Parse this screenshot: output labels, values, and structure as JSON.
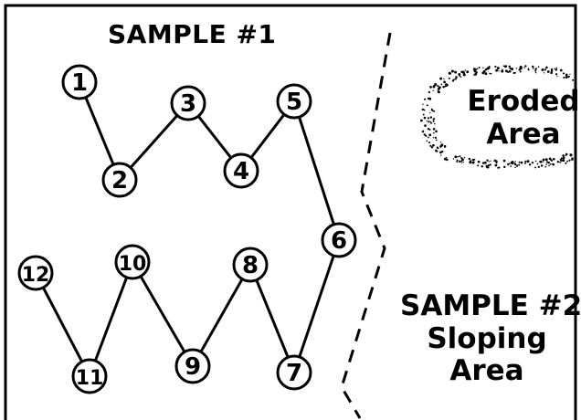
{
  "labels": {
    "sample1_title": "SAMPLE #1",
    "eroded_line1": "Eroded",
    "eroded_line2": "Area",
    "sample2_line1": "SAMPLE #2",
    "sample2_line2": "Sloping",
    "sample2_line3": "Area"
  },
  "nodes": [
    {
      "id": "1",
      "label": "1"
    },
    {
      "id": "2",
      "label": "2"
    },
    {
      "id": "3",
      "label": "3"
    },
    {
      "id": "4",
      "label": "4"
    },
    {
      "id": "5",
      "label": "5"
    },
    {
      "id": "6",
      "label": "6"
    },
    {
      "id": "7",
      "label": "7"
    },
    {
      "id": "8",
      "label": "8"
    },
    {
      "id": "9",
      "label": "9"
    },
    {
      "id": "10",
      "label": "10"
    },
    {
      "id": "11",
      "label": "11"
    },
    {
      "id": "12",
      "label": "12"
    }
  ],
  "edges": [
    [
      "1",
      "2"
    ],
    [
      "2",
      "3"
    ],
    [
      "3",
      "4"
    ],
    [
      "4",
      "5"
    ],
    [
      "5",
      "6"
    ],
    [
      "6",
      "7"
    ],
    [
      "7",
      "8"
    ],
    [
      "8",
      "9"
    ],
    [
      "9",
      "10"
    ],
    [
      "10",
      "11"
    ],
    [
      "11",
      "12"
    ]
  ],
  "colors": {
    "ink": "#000000",
    "background": "#ffffff"
  }
}
